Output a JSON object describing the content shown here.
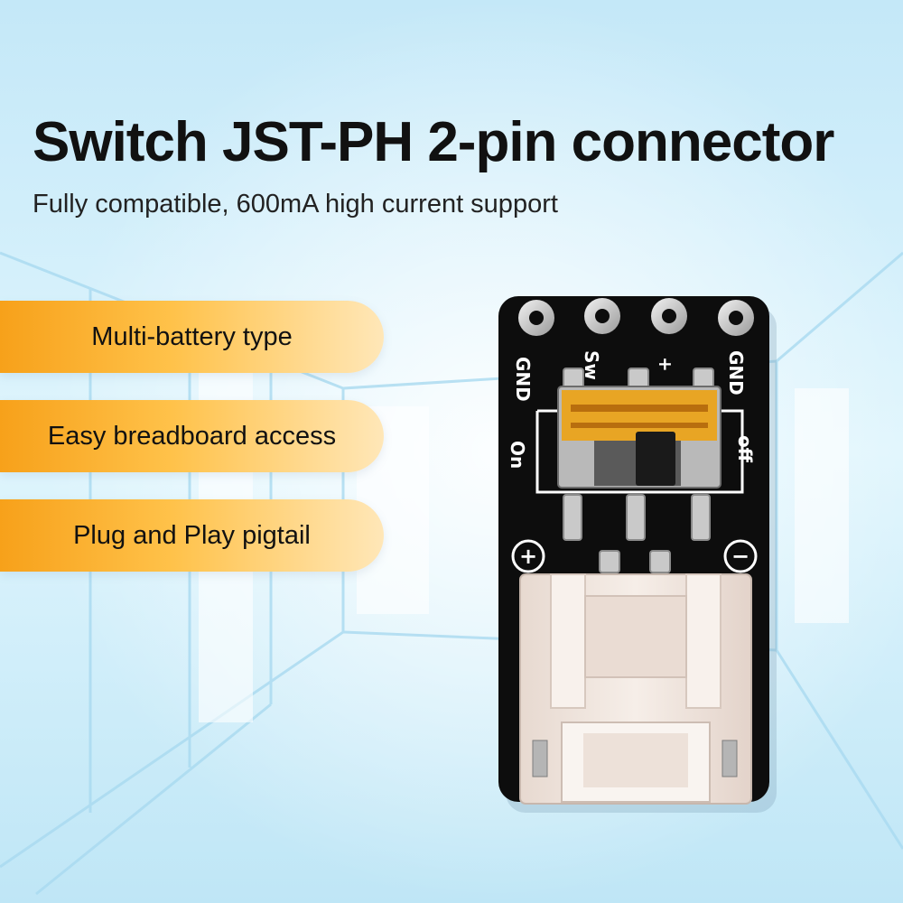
{
  "title": "Switch JST-PH 2-pin connector",
  "subtitle": "Fully compatible, 600mA high current support",
  "features": [
    "Multi-battery type",
    "Easy breadboard access",
    "Plug and Play pigtail"
  ],
  "board_labels": {
    "gnd_left": "GND",
    "sw": "Sw",
    "plus": "+",
    "gnd_right": "GND",
    "on": "On",
    "off": "off",
    "plus_circle": "+",
    "minus_circle": "−"
  },
  "colors": {
    "background": "#cfeefa",
    "pill_orange": "#f7a11a",
    "pcb": "#0d0d0d",
    "connector": "#f1e6df"
  }
}
